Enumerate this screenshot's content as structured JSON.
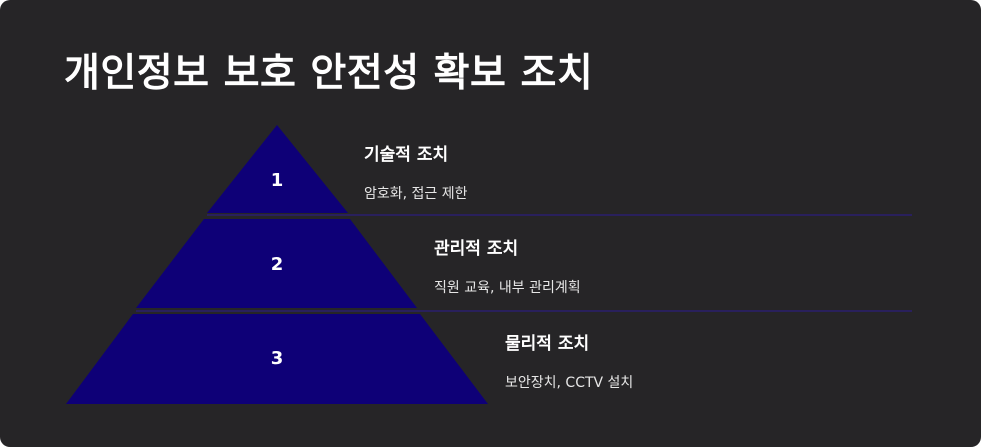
{
  "title": "개인정보 보호 안전성 확보 조치",
  "colors": {
    "background": "#262527",
    "tier_fill": "#0e0077",
    "separator": "#2a1f6e",
    "text": "#ffffff"
  },
  "levels": [
    {
      "number": "1",
      "heading": "기술적 조치",
      "description": "암호화, 접근 제한"
    },
    {
      "number": "2",
      "heading": "관리적 조치",
      "description": "직원 교육, 내부 관리계획"
    },
    {
      "number": "3",
      "heading": "물리적 조치",
      "description": "보안장치, CCTV 설치"
    }
  ]
}
